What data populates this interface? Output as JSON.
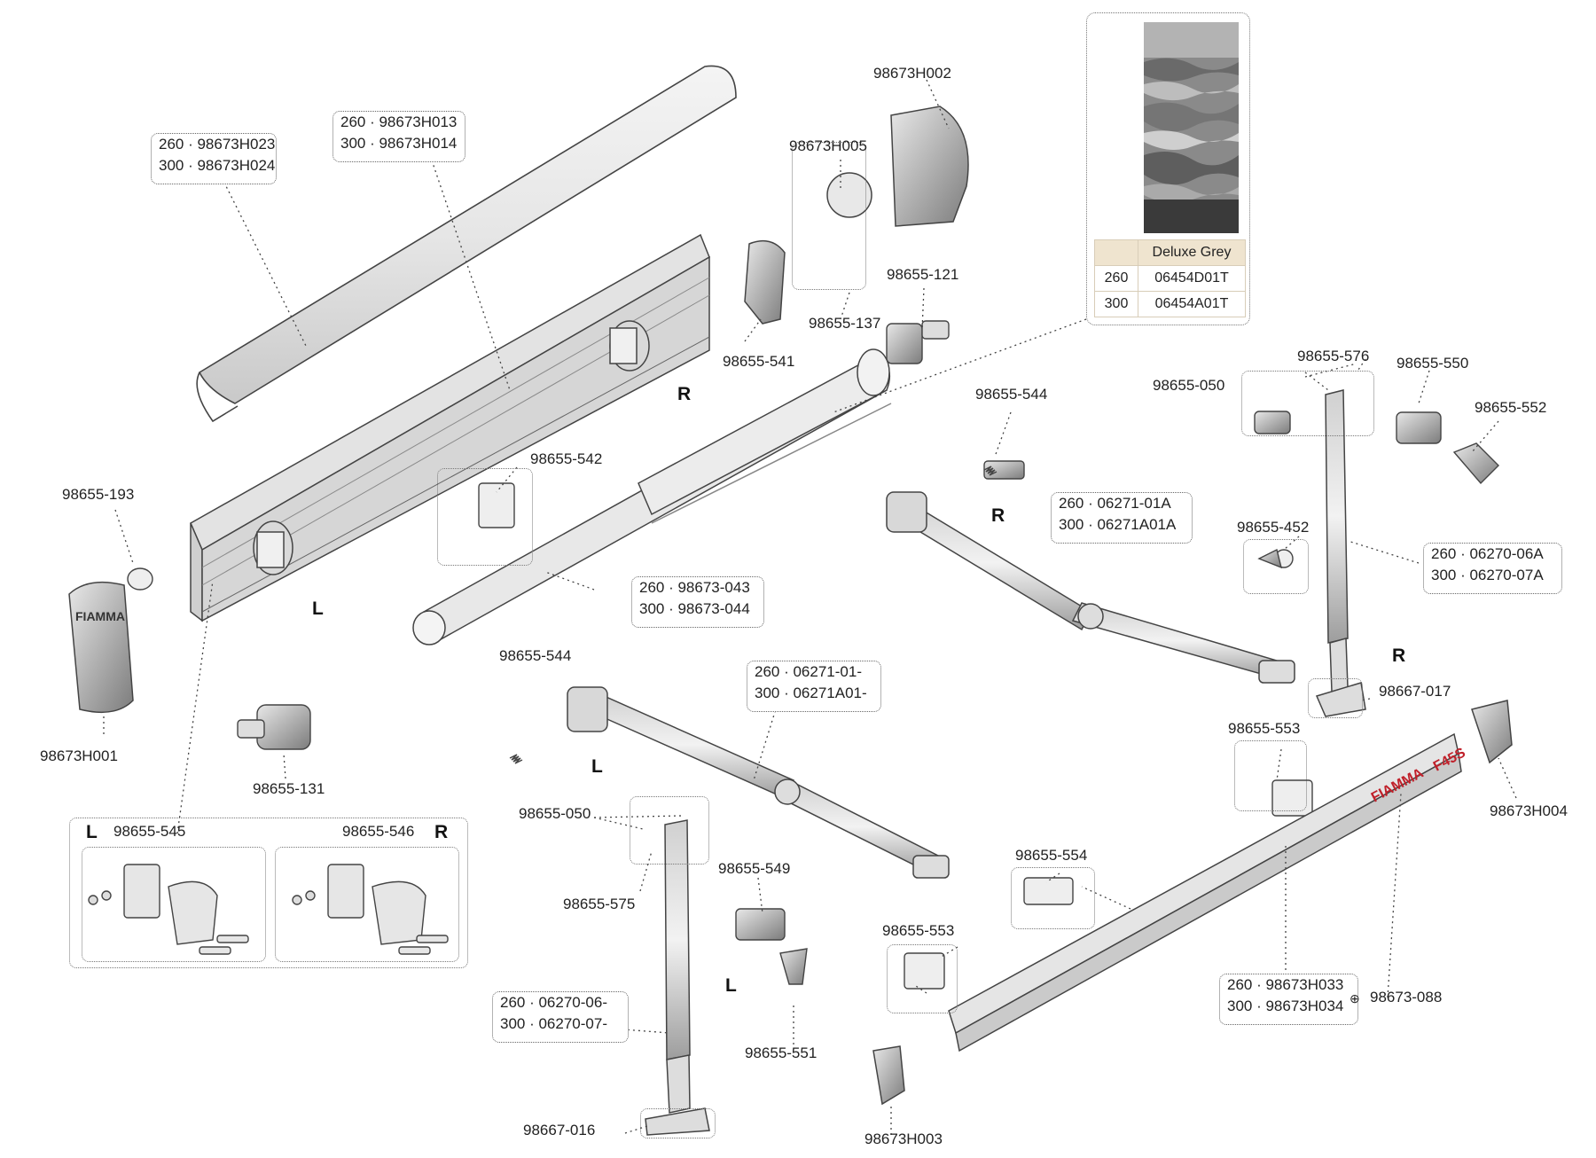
{
  "fabric": {
    "color_name": "Deluxe Grey",
    "rows": [
      {
        "size": "260",
        "code": "06454D01T"
      },
      {
        "size": "300",
        "code": "06454A01T"
      }
    ]
  },
  "parts": {
    "p98673H002": "98673H002",
    "p98673H005": "98673H005",
    "p98655_121": "98655-121",
    "p98655_137": "98655-137",
    "p98655_541": "98655-541",
    "p98655_544_top": "98655-544",
    "p98655_544_left": "98655-544",
    "p98655_542": "98655-542",
    "p98655_193": "98655-193",
    "p98673H001": "98673H001",
    "p98655_131": "98655-131",
    "p98655_576": "98655-576",
    "p98655_550": "98655-550",
    "p98655_552": "98655-552",
    "p98655_050_right": "98655-050",
    "p98655_050_left": "98655-050",
    "p98655_452": "98655-452",
    "p98667_017": "98667-017",
    "p98655_553_upper": "98655-553",
    "p98655_553_lower": "98655-553",
    "p98673H004": "98673H004",
    "p98655_554": "98655-554",
    "p98655_549": "98655-549",
    "p98655_575": "98655-575",
    "p98655_551": "98655-551",
    "p98673_088": "98673-088",
    "p98673H003": "98673H003",
    "p98667_016": "98667-016",
    "p98655_545": "98655-545",
    "p98655_546": "98655-546"
  },
  "boxes": {
    "cover": [
      "260 · 98673H023",
      "300 · 98673H024"
    ],
    "profile": [
      "260 · 98673H013",
      "300 · 98673H014"
    ],
    "roller": [
      "260 · 98673-043",
      "300 · 98673-044"
    ],
    "arm_right": [
      "260 · 06271-01A",
      "300 · 06271A01A"
    ],
    "arm_left": [
      "260 · 06271-01-",
      "300 · 06271A01-"
    ],
    "leg_right": [
      "260 · 06270-06A",
      "300 · 06270-07A"
    ],
    "leg_left": [
      "260 · 06270-06-",
      "300 · 06270-07-"
    ],
    "front_bar": [
      "260 · 98673H033",
      "300 · 98673H034"
    ]
  },
  "side_markers": {
    "R": "R",
    "L": "L"
  },
  "brand_text": "FIAMMA",
  "model_text": "F45S"
}
